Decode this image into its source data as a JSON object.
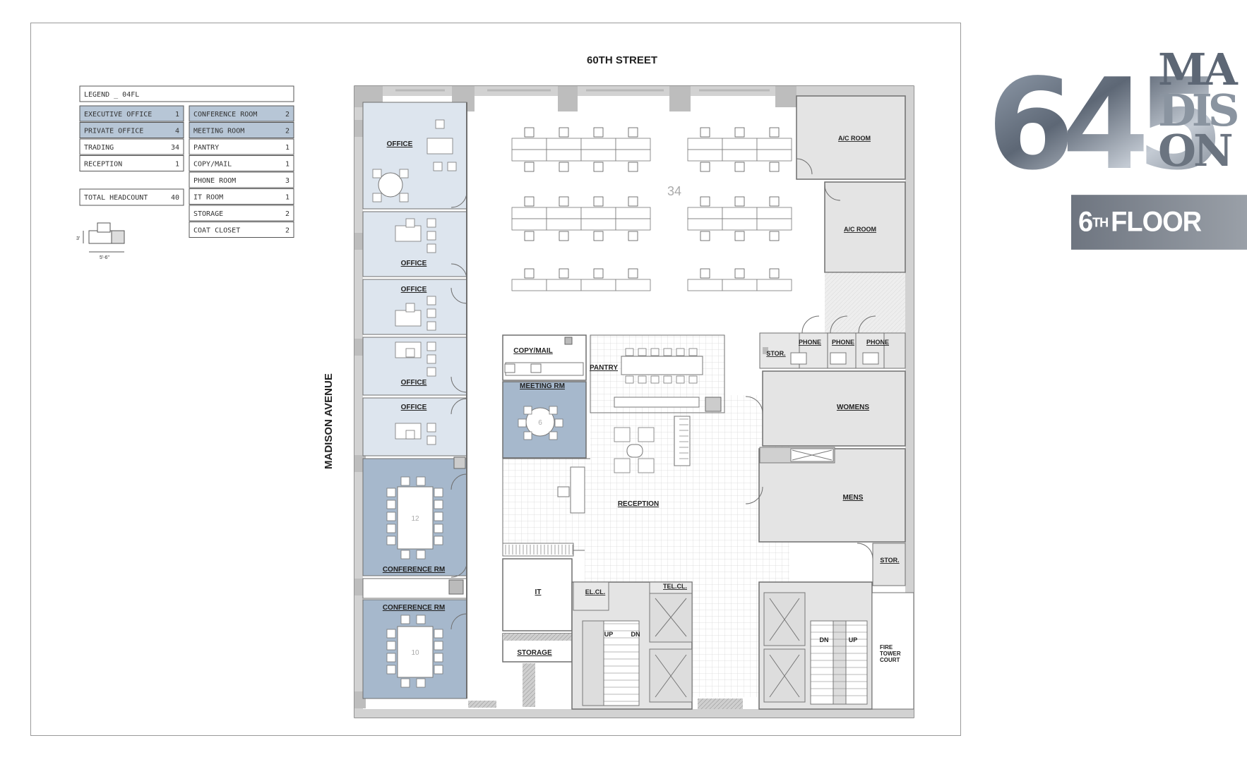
{
  "streets": {
    "top": "60TH STREET",
    "left": "MADISON AVENUE"
  },
  "legend": {
    "title": "LEGEND _ 04FL",
    "left": [
      {
        "label": "EXECUTIVE OFFICE",
        "count": "1",
        "highlight": true
      },
      {
        "label": "PRIVATE OFFICE",
        "count": "4",
        "highlight": true
      },
      {
        "label": "TRADING",
        "count": "34",
        "highlight": false
      },
      {
        "label": "RECEPTION",
        "count": "1",
        "highlight": false
      }
    ],
    "total": {
      "label": "TOTAL HEADCOUNT",
      "count": "40"
    },
    "right": [
      {
        "label": "CONFERENCE ROOM",
        "count": "2",
        "highlight": true
      },
      {
        "label": "MEETING ROOM",
        "count": "2",
        "highlight": true
      },
      {
        "label": "PANTRY",
        "count": "1",
        "highlight": false
      },
      {
        "label": "COPY/MAIL",
        "count": "1",
        "highlight": false
      },
      {
        "label": "PHONE ROOM",
        "count": "3",
        "highlight": false
      },
      {
        "label": "IT ROOM",
        "count": "1",
        "highlight": false
      },
      {
        "label": "STORAGE",
        "count": "2",
        "highlight": false
      },
      {
        "label": "COAT CLOSET",
        "count": "2",
        "highlight": false
      }
    ],
    "dims": {
      "depth": "3'",
      "width": "5'-6\""
    }
  },
  "rooms": {
    "office": "OFFICE",
    "conference": "CONFERENCE RM",
    "copy_mail": "COPY/MAIL",
    "pantry": "PANTRY",
    "meeting": "MEETING RM",
    "reception": "RECEPTION",
    "it": "IT",
    "storage": "STORAGE",
    "el_cl": "EL.CL.",
    "tel_cl": "TEL.CL.",
    "ac_room": "A/C ROOM",
    "stor": "STOR.",
    "phone": "PHONE",
    "womens": "WOMENS",
    "mens": "MENS",
    "fire_tower": [
      "FIRE",
      "TOWER",
      "COURT"
    ],
    "stair_up": "UP",
    "stair_dn": "DN"
  },
  "seat_counts": {
    "trading": "34",
    "meeting": "6",
    "conf_a": "12",
    "conf_b": "10"
  },
  "brand": {
    "number": "645",
    "name_rows": [
      "MA",
      "DIS",
      "ON"
    ],
    "floor_ordinal": "6",
    "floor_suffix": "TH",
    "floor_word": "FLOOR"
  },
  "colors": {
    "office_fill": "#dde5ee",
    "conference_fill": "#a6b8cc",
    "service_fill": "#e4e4e4",
    "wall": "#8c8c8c",
    "legend_highlight": "#b7c6d6",
    "badge": "#7c828c"
  }
}
